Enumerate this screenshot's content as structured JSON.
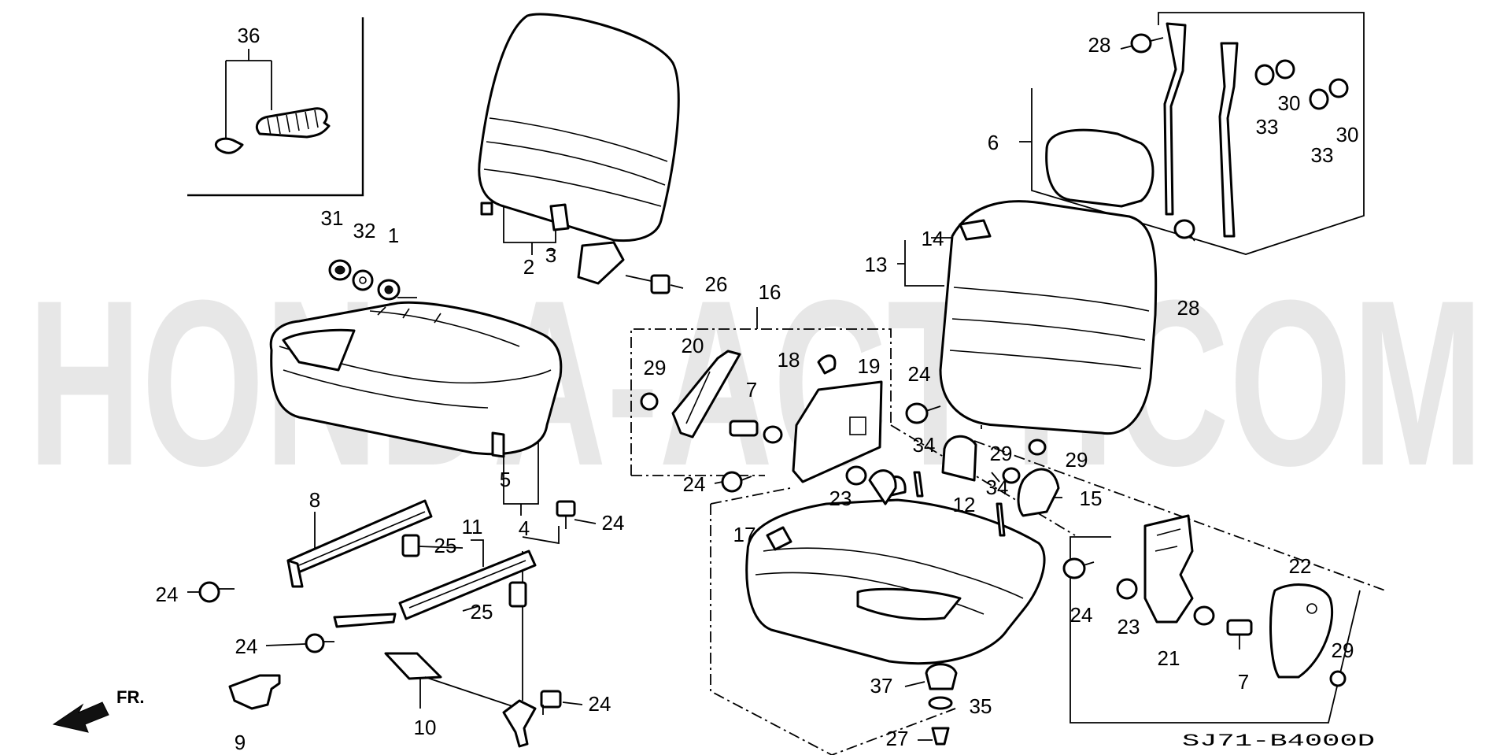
{
  "watermark": "HONDA-ACTY.COM",
  "diagram_code": "SJ71-B4000D",
  "direction": "FR.",
  "callouts": [
    {
      "id": "c36",
      "text": "36"
    },
    {
      "id": "c31",
      "text": "31"
    },
    {
      "id": "c32",
      "text": "32"
    },
    {
      "id": "c1",
      "text": "1"
    },
    {
      "id": "c2",
      "text": "2"
    },
    {
      "id": "c3",
      "text": "3"
    },
    {
      "id": "c26",
      "text": "26"
    },
    {
      "id": "c5",
      "text": "5"
    },
    {
      "id": "c4",
      "text": "4"
    },
    {
      "id": "c8",
      "text": "8"
    },
    {
      "id": "c25a",
      "text": "25"
    },
    {
      "id": "c11",
      "text": "11"
    },
    {
      "id": "c24a",
      "text": "24"
    },
    {
      "id": "c24b",
      "text": "24"
    },
    {
      "id": "c25b",
      "text": "25"
    },
    {
      "id": "c24c",
      "text": "24"
    },
    {
      "id": "c9",
      "text": "9"
    },
    {
      "id": "c10",
      "text": "10"
    },
    {
      "id": "c24d",
      "text": "24"
    },
    {
      "id": "c16",
      "text": "16"
    },
    {
      "id": "c20",
      "text": "20"
    },
    {
      "id": "c18",
      "text": "18"
    },
    {
      "id": "c19",
      "text": "19"
    },
    {
      "id": "c29a",
      "text": "29"
    },
    {
      "id": "c7a",
      "text": "7"
    },
    {
      "id": "c24e",
      "text": "24"
    },
    {
      "id": "c23a",
      "text": "23"
    },
    {
      "id": "c17",
      "text": "17"
    },
    {
      "id": "c28a",
      "text": "28"
    },
    {
      "id": "c6",
      "text": "6"
    },
    {
      "id": "c30a",
      "text": "30"
    },
    {
      "id": "c33a",
      "text": "33"
    },
    {
      "id": "c30b",
      "text": "30"
    },
    {
      "id": "c33b",
      "text": "33"
    },
    {
      "id": "c14",
      "text": "14"
    },
    {
      "id": "c13",
      "text": "13"
    },
    {
      "id": "c28b",
      "text": "28"
    },
    {
      "id": "c24f",
      "text": "24"
    },
    {
      "id": "c34a",
      "text": "34"
    },
    {
      "id": "c29b",
      "text": "29"
    },
    {
      "id": "c29c",
      "text": "29"
    },
    {
      "id": "c34b",
      "text": "34"
    },
    {
      "id": "c12",
      "text": "12"
    },
    {
      "id": "c15",
      "text": "15"
    },
    {
      "id": "c24g",
      "text": "24"
    },
    {
      "id": "c23b",
      "text": "23"
    },
    {
      "id": "c21",
      "text": "21"
    },
    {
      "id": "c22",
      "text": "22"
    },
    {
      "id": "c7b",
      "text": "7"
    },
    {
      "id": "c29d",
      "text": "29"
    },
    {
      "id": "c37",
      "text": "37"
    },
    {
      "id": "c35",
      "text": "35"
    },
    {
      "id": "c27",
      "text": "27"
    }
  ]
}
